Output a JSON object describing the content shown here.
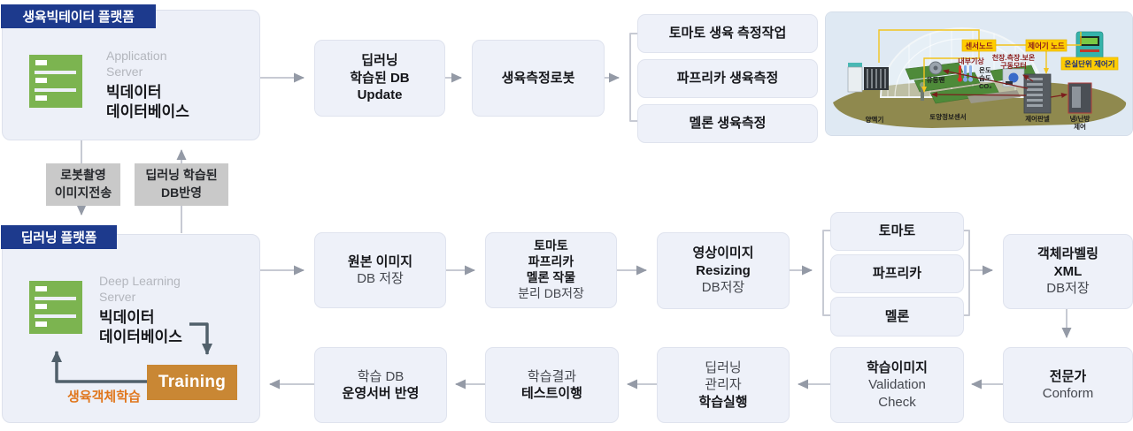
{
  "colors": {
    "navy": "#1d3a8d",
    "server_green": "#7cb450",
    "training_orange": "#c98734",
    "loop_orange": "#e0761c",
    "label_yellow": "#ffcc00",
    "gray_connector": "#c9c9c9",
    "arrow_gray": "#949aa6",
    "arrow_dark": "#51606b"
  },
  "growth_platform": {
    "badge": "생육빅테이터 플랫폼",
    "server_type": [
      "Application",
      "Server"
    ],
    "server_name": [
      "빅데이터",
      "데이터베이스"
    ]
  },
  "deep_platform": {
    "badge": "딥러닝 플랫폼",
    "server_type": [
      "Deep Learning",
      "Server"
    ],
    "server_name": [
      "빅데이터",
      "데이터베이스"
    ],
    "training": "Training",
    "loop_label": "생육객체학습"
  },
  "transfer_labels": {
    "robot_upload": {
      "lines": [
        {
          "t": "로봇촬영",
          "b": false
        },
        {
          "t": "이미지전송",
          "b": false
        }
      ]
    },
    "db_reflect": {
      "lines": [
        {
          "t": "딥러닝 학습된",
          "b": false
        },
        {
          "t": "DB반영",
          "b": false
        }
      ]
    }
  },
  "row1": {
    "db_update": {
      "lines": [
        {
          "t": "딥러닝",
          "b": true
        },
        {
          "t": "학습된 DB",
          "b": true
        },
        {
          "t": "Update",
          "b": true
        }
      ]
    },
    "robot": {
      "lines": [
        {
          "t": "생육측정로봇",
          "b": true
        }
      ]
    },
    "tasks": [
      "토마토 생육 측정작업",
      "파프리카 생육측정",
      "멜론 생육측정"
    ]
  },
  "row2": {
    "origin": {
      "lines": [
        {
          "t": "원본 이미지",
          "b": true
        },
        {
          "t": "DB 저장",
          "b": false
        }
      ]
    },
    "split": {
      "lines": [
        {
          "t": "토마토",
          "b": true
        },
        {
          "t": "파프리카",
          "b": true
        },
        {
          "t": "멜론 작물",
          "b": true
        },
        {
          "t": "분리 DB저장",
          "b": false
        }
      ]
    },
    "resize": {
      "lines": [
        {
          "t": "영상이미지",
          "b": true
        },
        {
          "t": "Resizing",
          "b": true
        },
        {
          "t": "DB저장",
          "b": false
        }
      ]
    },
    "crops": [
      "토마토",
      "파프리카",
      "멜론"
    ],
    "labeling": {
      "lines": [
        {
          "t": "객체라벨링",
          "b": true
        },
        {
          "t": "XML",
          "b": true
        },
        {
          "t": "DB저장",
          "b": false
        }
      ]
    }
  },
  "row3": {
    "conform": {
      "lines": [
        {
          "t": "전문가",
          "b": true
        },
        {
          "t": "Conform",
          "b": false
        }
      ]
    },
    "validation": {
      "lines": [
        {
          "t": "학습이미지",
          "b": true
        },
        {
          "t": "Validation",
          "b": false
        },
        {
          "t": "Check",
          "b": false
        }
      ]
    },
    "train_exec": {
      "lines": [
        {
          "t": "딥러닝",
          "b": false
        },
        {
          "t": "관리자",
          "b": false
        },
        {
          "t": "학습실행",
          "b": true
        }
      ]
    },
    "test": {
      "lines": [
        {
          "t": "학습결과",
          "b": false
        },
        {
          "t": "테스트이행",
          "b": true
        }
      ]
    },
    "deploy": {
      "lines": [
        {
          "t": "학습 DB",
          "b": false
        },
        {
          "t": "운영서버 반영",
          "b": true
        }
      ]
    }
  },
  "greenhouse": {
    "sensor_node": "센서노드",
    "controller_node": "제어기 노드",
    "unit_controller": "온실단위 제어기",
    "indoor_weather": "내부기상",
    "motor_line1": "천장.측장.보온",
    "motor_line2": "구동모터",
    "temp": "온도",
    "humidity": "습도",
    "co2": "CO₂",
    "fan": "유동팬",
    "nutrient": "양액기",
    "soil_sensor": "토양정보센서",
    "panel": "제어판넬",
    "hvac_line1": "냉/난방",
    "hvac_line2": "제어"
  }
}
